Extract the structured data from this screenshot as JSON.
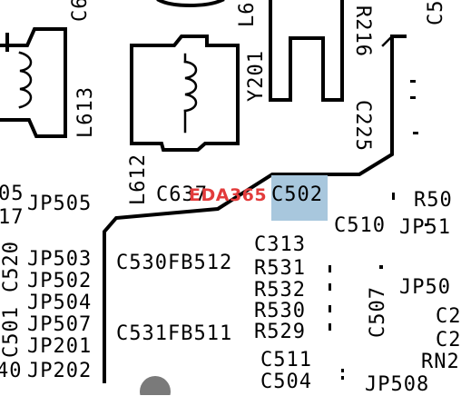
{
  "highlight_color": "#a8c7dd",
  "watermark": {
    "text": "EDA365",
    "color": "#e23b3b"
  },
  "labels": {
    "c6_top": "C6",
    "l6_top": "L6",
    "c5_top": "C5",
    "r216": "R216",
    "y201": "Y201",
    "l613": "L613",
    "l612": "L612",
    "c225": "C225",
    "c637": "C637",
    "c502": "C502",
    "c510": "C510",
    "r50": "R50",
    "jp51": "JP51",
    "n05": "05",
    "n17": "17",
    "jp505": "JP505",
    "c520": "C520",
    "c501": "C501",
    "n40": "40",
    "jp503": "JP503",
    "jp502": "JP502",
    "jp504": "JP504",
    "jp507": "JP507",
    "jp201": "JP201",
    "jp202": "JP202",
    "c530fb512": "C530FB512",
    "c531fb511": "C531FB511",
    "c313": "C313",
    "r531": "R531",
    "r532": "R532",
    "r530": "R530",
    "r529": "R529",
    "c511": "C511",
    "c504": "C504",
    "c507": "C507",
    "jp50": "JP50",
    "c2a": "C2",
    "c2b": "C2",
    "rn2": "RN2",
    "jp508": "JP508"
  }
}
